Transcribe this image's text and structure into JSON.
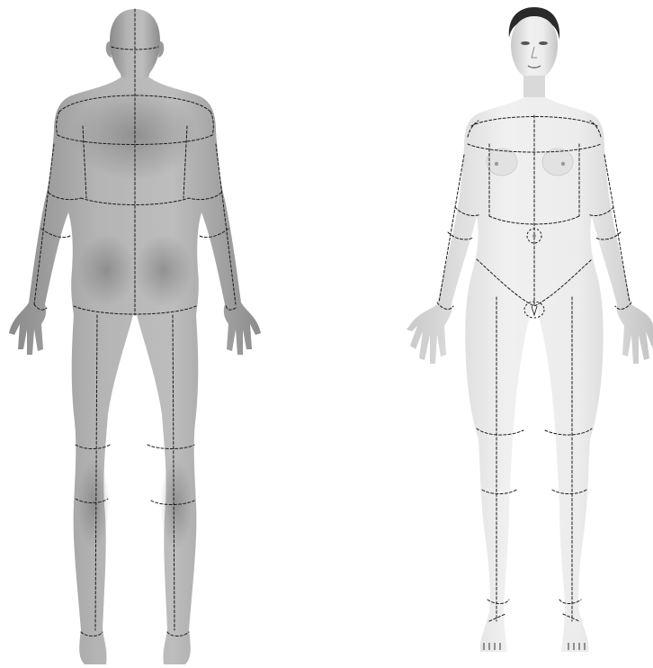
{
  "figures": [
    {
      "id": "back",
      "view": "posterior",
      "surface_color": "#a9a9a9",
      "shade_color": "#7d7d7d"
    },
    {
      "id": "front",
      "view": "anterior",
      "surface_color": "#e8e8e8",
      "shade_color": "#b9b9b9"
    }
  ],
  "colors": {
    "background": "#ffffff",
    "seam_lines": "#1a1a1a",
    "hair": "#2a2a2a"
  }
}
